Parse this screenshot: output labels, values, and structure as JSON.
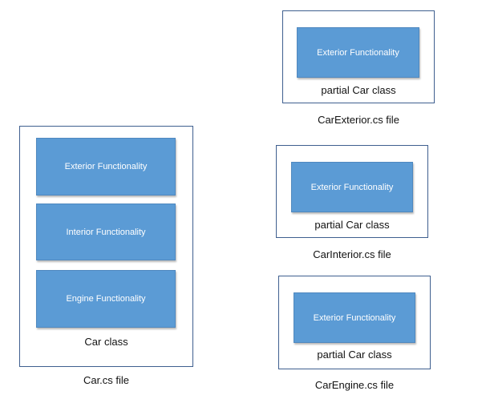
{
  "car_class": {
    "blocks": [
      "Exterior Functionality",
      "Interior Functionality",
      "Engine Functionality"
    ],
    "label": "Car class",
    "file_label": "Car.cs file"
  },
  "partials": [
    {
      "block": "Exterior Functionality",
      "label": "partial Car class",
      "file_label": "CarExterior.cs file"
    },
    {
      "block": "Exterior Functionality",
      "label": "partial Car class",
      "file_label": "CarInterior.cs file"
    },
    {
      "block": "Exterior Functionality",
      "label": "partial Car class",
      "file_label": "CarEngine.cs file"
    }
  ],
  "colors": {
    "block_fill": "#5b9bd5",
    "frame_border": "#3f5f8f"
  }
}
